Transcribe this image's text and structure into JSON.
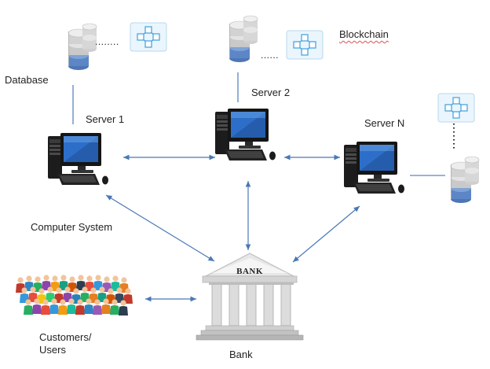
{
  "labels": {
    "database": "Database",
    "server1": "Server 1",
    "server2": "Server 2",
    "serverN": "Server N",
    "blockchain": "Blockchain",
    "computer_system": "Computer System",
    "bank": "Bank",
    "bank_sign": "BANK",
    "customers_line1": "Customers/",
    "customers_line2": "Users"
  },
  "dots": {
    "db1": "........",
    "db2": "......"
  },
  "colors": {
    "arrow": "#4a78b5",
    "line": "#5b86c0",
    "block_border": "#b8d8ef",
    "block_fill": "#eaf5fd",
    "block_node": "#3fa0dd",
    "db_top": "#d9d9d9",
    "db_blue": "#5d86c6"
  }
}
